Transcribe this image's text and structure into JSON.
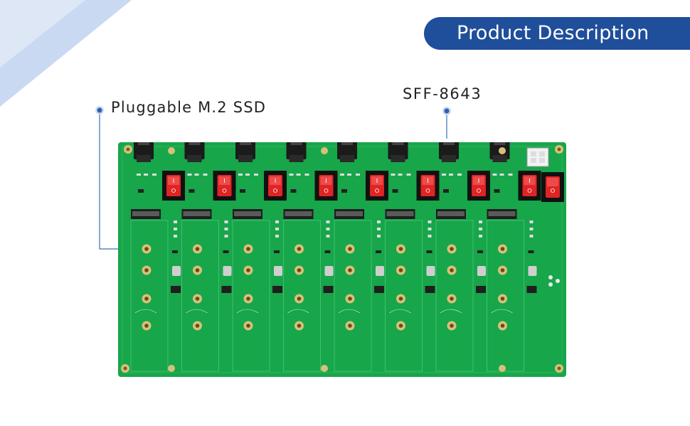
{
  "header": {
    "title": "Product Description"
  },
  "callouts": {
    "m2_label": "Pluggable M.2 SSD",
    "connector_label": "SFF-8643"
  },
  "board": {
    "bays": 8,
    "colors": {
      "pcb": "#17a64a",
      "switch": "#e02424",
      "title_bar": "#1f4e9a",
      "accent_triangle": "#c9d9f2"
    }
  }
}
